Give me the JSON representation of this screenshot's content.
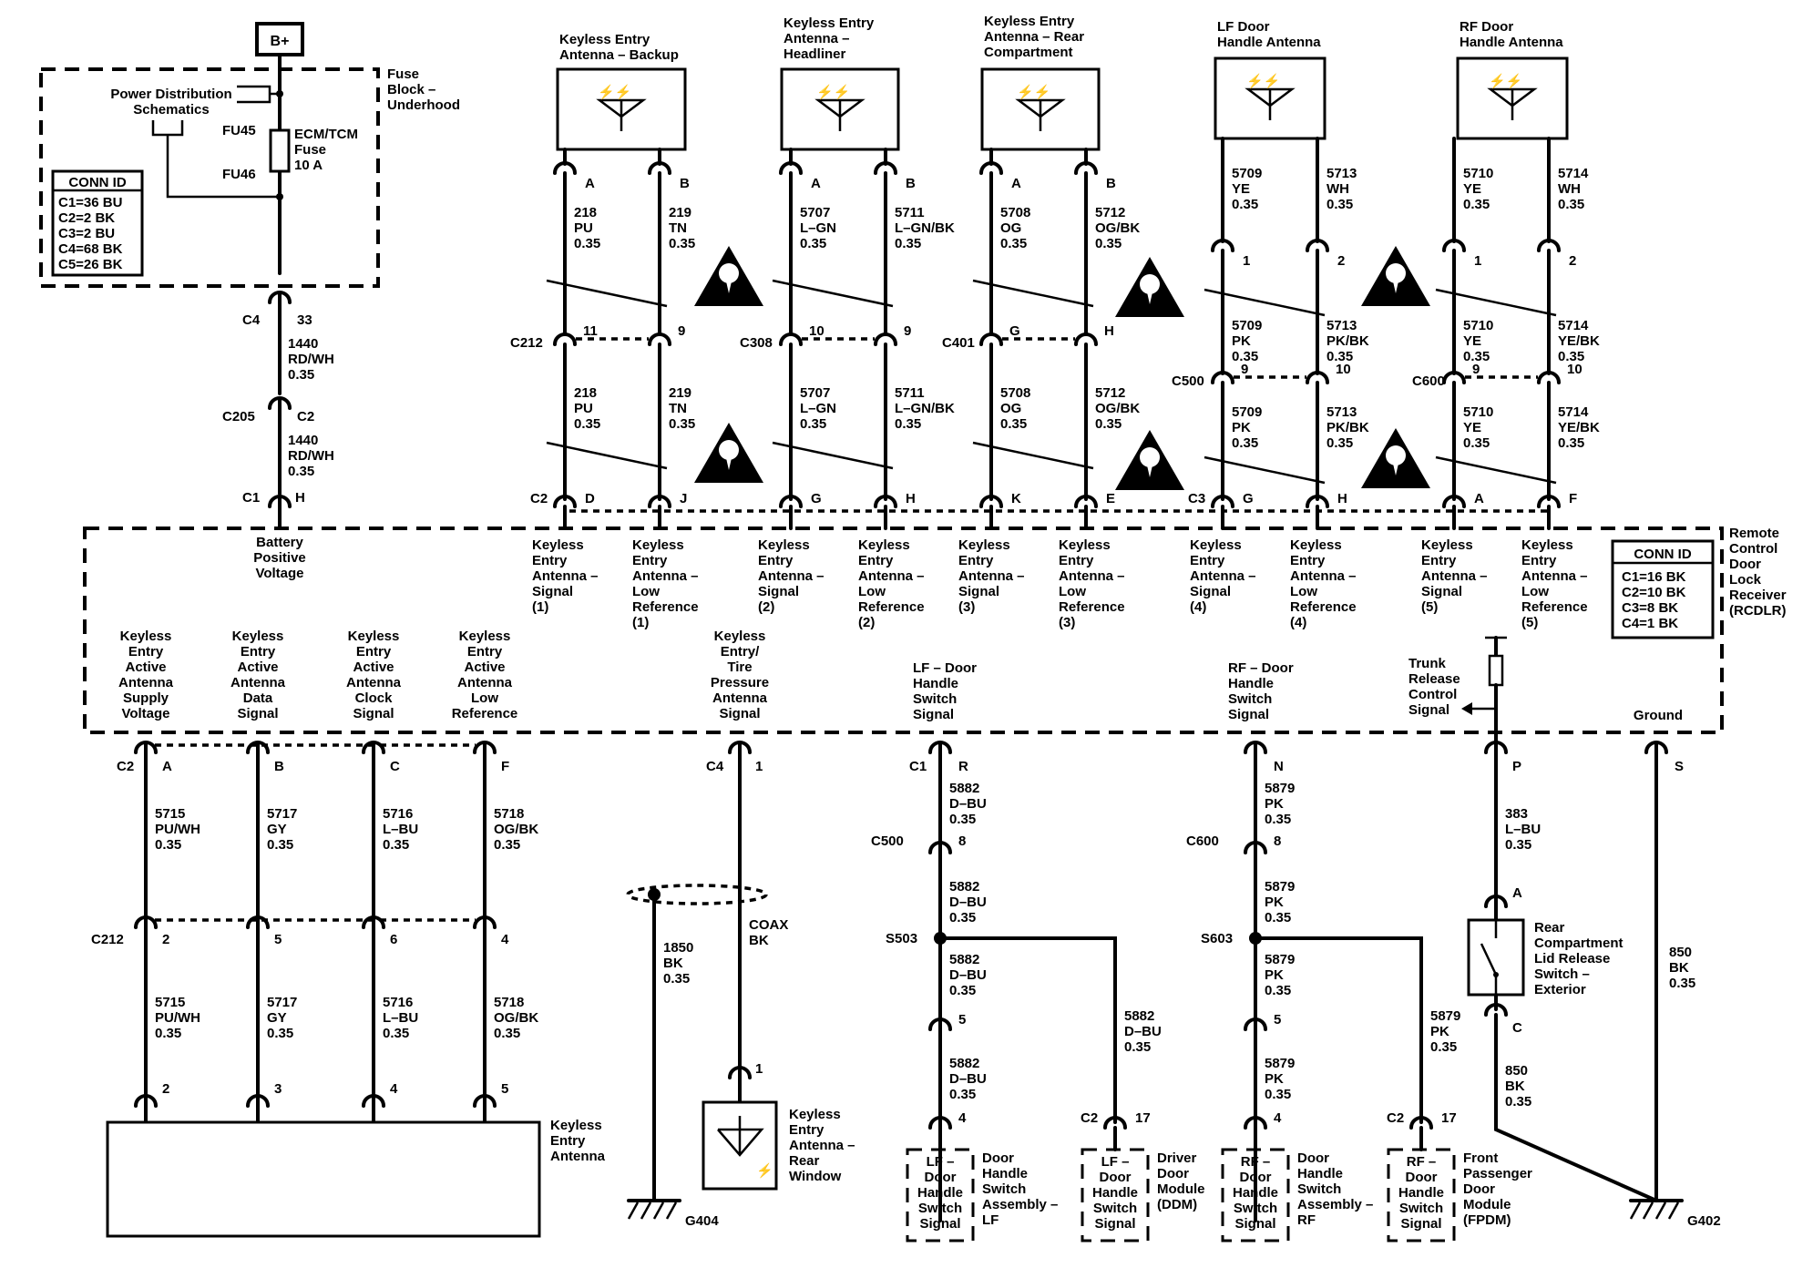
{
  "supply": {
    "b_plus": "B+",
    "fuse_block": [
      "Fuse",
      "Block –",
      "Underhood"
    ],
    "power_distribution": [
      "Power Distribution",
      "Schematics"
    ],
    "fu45": "FU45",
    "fu46": "FU46",
    "fuse_name": [
      "ECM/TCM",
      "Fuse",
      "10 A"
    ],
    "conn_id_title": "CONN ID",
    "conn_ids": [
      "C1=36 BU",
      "C2=2 BK",
      "C3=2 BU",
      "C4=68 BK",
      "C5=26 BK"
    ],
    "c4": "C4",
    "c4_pin": "33",
    "wire1": [
      "1440",
      "RD/WH",
      "0.35"
    ],
    "c205": "C205",
    "c2": "C2",
    "wire2": [
      "1440",
      "RD/WH",
      "0.35"
    ],
    "c1": "C1",
    "c1_pin": "H",
    "battery": [
      "Battery",
      "Positive",
      "Voltage"
    ]
  },
  "antennas": [
    {
      "title": [
        "Keyless Entry",
        "Antenna – Backup"
      ],
      "pin_a": "A",
      "pin_b": "B",
      "wa1": [
        "218",
        "PU",
        "0.35"
      ],
      "wb1": [
        "219",
        "TN",
        "0.35"
      ],
      "conn": "C212",
      "cpa": "11",
      "cpb": "9",
      "wa2": [
        "218",
        "PU",
        "0.35"
      ],
      "wb2": [
        "219",
        "TN",
        "0.35"
      ],
      "rconn": "C2",
      "rpa": "D",
      "rpb": "J",
      "sig": [
        "Keyless",
        "Entry",
        "Antenna –",
        "Signal",
        "(1)"
      ],
      "ref": [
        "Keyless",
        "Entry",
        "Antenna –",
        "Low",
        "Reference",
        "(1)"
      ]
    },
    {
      "title": [
        "Keyless Entry",
        "Antenna –",
        "Headliner"
      ],
      "pin_a": "A",
      "pin_b": "B",
      "wa1": [
        "5707",
        "L–GN",
        "0.35"
      ],
      "wb1": [
        "5711",
        "L–GN/BK",
        "0.35"
      ],
      "conn": "C308",
      "cpa": "10",
      "cpb": "9",
      "wa2": [
        "5707",
        "L–GN",
        "0.35"
      ],
      "wb2": [
        "5711",
        "L–GN/BK",
        "0.35"
      ],
      "rconn": "",
      "rpa": "G",
      "rpb": "H",
      "sig": [
        "Keyless",
        "Entry",
        "Antenna –",
        "Signal",
        "(2)"
      ],
      "ref": [
        "Keyless",
        "Entry",
        "Antenna –",
        "Low",
        "Reference",
        "(2)"
      ]
    },
    {
      "title": [
        "Keyless Entry",
        "Antenna – Rear",
        "Compartment"
      ],
      "pin_a": "A",
      "pin_b": "B",
      "wa1": [
        "5708",
        "OG",
        "0.35"
      ],
      "wb1": [
        "5712",
        "OG/BK",
        "0.35"
      ],
      "conn": "C401",
      "cpa": "G",
      "cpb": "H",
      "wa2": [
        "5708",
        "OG",
        "0.35"
      ],
      "wb2": [
        "5712",
        "OG/BK",
        "0.35"
      ],
      "rconn": "",
      "rpa": "K",
      "rpb": "E",
      "sig": [
        "Keyless",
        "Entry",
        "Antenna –",
        "Signal",
        "(3)"
      ],
      "ref": [
        "Keyless",
        "Entry",
        "Antenna –",
        "Low",
        "Reference",
        "(3)"
      ]
    },
    {
      "title": [
        "LF Door",
        "Handle Antenna"
      ],
      "pin_a": "1",
      "pin_b": "2",
      "wa1": [
        "5709",
        "YE",
        "0.35"
      ],
      "wb1": [
        "5713",
        "WH",
        "0.35"
      ],
      "wa1b": [
        "5709",
        "PK",
        "0.35"
      ],
      "wb1b": [
        "5713",
        "PK/BK",
        "0.35"
      ],
      "conn": "C500",
      "cpa": "9",
      "cpb": "10",
      "wa2": [
        "5709",
        "PK",
        "0.35"
      ],
      "wb2": [
        "5713",
        "PK/BK",
        "0.35"
      ],
      "rconn": "C3",
      "rpa": "G",
      "rpb": "H",
      "sig": [
        "Keyless",
        "Entry",
        "Antenna –",
        "Signal",
        "(4)"
      ],
      "ref": [
        "Keyless",
        "Entry",
        "Antenna –",
        "Low",
        "Reference",
        "(4)"
      ]
    },
    {
      "title": [
        "RF Door",
        "Handle Antenna"
      ],
      "pin_a": "1",
      "pin_b": "2",
      "wa1": [
        "5710",
        "YE",
        "0.35"
      ],
      "wb1": [
        "5714",
        "WH",
        "0.35"
      ],
      "wa1b": [
        "5710",
        "YE",
        "0.35"
      ],
      "wb1b": [
        "5714",
        "YE/BK",
        "0.35"
      ],
      "conn": "C600",
      "cpa": "9",
      "cpb": "10",
      "wa2": [
        "5710",
        "YE",
        "0.35"
      ],
      "wb2": [
        "5714",
        "YE/BK",
        "0.35"
      ],
      "rconn": "",
      "rpa": "A",
      "rpb": "F",
      "sig": [
        "Keyless",
        "Entry",
        "Antenna –",
        "Signal",
        "(5)"
      ],
      "ref": [
        "Keyless",
        "Entry",
        "Antenna –",
        "Low",
        "Reference",
        "(5)"
      ]
    }
  ],
  "rcdlr": {
    "name": [
      "Remote",
      "Control",
      "Door",
      "Lock",
      "Receiver",
      "(RCDLR)"
    ],
    "conn_id_title": "CONN ID",
    "conn_ids": [
      "C1=16 BK",
      "C2=10 BK",
      "C3=8 BK",
      "C4=1 BK"
    ]
  },
  "active": {
    "rconn": "C2",
    "pins": [
      "A",
      "B",
      "C",
      "F"
    ],
    "labels": [
      [
        "Keyless",
        "Entry",
        "Active",
        "Antenna",
        "Supply",
        "Voltage"
      ],
      [
        "Keyless",
        "Entry",
        "Active",
        "Antenna",
        "Data",
        "Signal"
      ],
      [
        "Keyless",
        "Entry",
        "Active",
        "Antenna",
        "Clock",
        "Signal"
      ],
      [
        "Keyless",
        "Entry",
        "Active",
        "Antenna",
        "Low",
        "Reference"
      ]
    ],
    "wires1": [
      [
        "5715",
        "PU/WH",
        "0.35"
      ],
      [
        "5717",
        "GY",
        "0.35"
      ],
      [
        "5716",
        "L–BU",
        "0.35"
      ],
      [
        "5718",
        "OG/BK",
        "0.35"
      ]
    ],
    "conn": "C212",
    "cpins": [
      "2",
      "5",
      "6",
      "4"
    ],
    "wires2": [
      [
        "5715",
        "PU/WH",
        "0.35"
      ],
      [
        "5717",
        "GY",
        "0.35"
      ],
      [
        "5716",
        "L–BU",
        "0.35"
      ],
      [
        "5718",
        "OG/BK",
        "0.35"
      ]
    ],
    "apins": [
      "2",
      "3",
      "4",
      "5"
    ],
    "ant_name": [
      "Keyless",
      "Entry",
      "Antenna"
    ]
  },
  "tpm": {
    "label": [
      "Keyless",
      "Entry/",
      "Tire",
      "Pressure",
      "Antenna",
      "Signal"
    ],
    "rconn": "C4",
    "pin": "1",
    "coax": [
      "COAX",
      "BK"
    ],
    "shield_wire": [
      "1850",
      "BK",
      "0.35"
    ],
    "ant_pin": "1",
    "ant_name": [
      "Keyless",
      "Entry",
      "Antenna –",
      "Rear",
      "Window"
    ],
    "ground": "G404"
  },
  "lf": {
    "label": [
      "LF – Door",
      "Handle",
      "Switch",
      "Signal"
    ],
    "rconn": "C1",
    "pin": "R",
    "w1": [
      "5882",
      "D–BU",
      "0.35"
    ],
    "conn": "C500",
    "cpin": "8",
    "w2": [
      "5882",
      "D–BU",
      "0.35"
    ],
    "splice": "S503",
    "w3": [
      "5882",
      "D–BU",
      "0.35"
    ],
    "pin5": "5",
    "w4": [
      "5882",
      "D–BU",
      "0.35"
    ],
    "pin4": "4",
    "br": [
      "5882",
      "D–BU",
      "0.35"
    ],
    "brconn": "C2",
    "brpin": "17",
    "comp1": [
      "LF –",
      "Door",
      "Handle",
      "Switch",
      "Signal"
    ],
    "comp1_name": [
      "Door",
      "Handle",
      "Switch",
      "Assembly –",
      "LF"
    ],
    "comp2": [
      "LF –",
      "Door",
      "Handle",
      "Switch",
      "Signal"
    ],
    "comp2_name": [
      "Driver",
      "Door",
      "Module",
      "(DDM)"
    ]
  },
  "rf": {
    "label": [
      "RF – Door",
      "Handle",
      "Switch",
      "Signal"
    ],
    "pin": "N",
    "w1": [
      "5879",
      "PK",
      "0.35"
    ],
    "conn": "C600",
    "cpin": "8",
    "w2": [
      "5879",
      "PK",
      "0.35"
    ],
    "splice": "S603",
    "w3": [
      "5879",
      "PK",
      "0.35"
    ],
    "pin5": "5",
    "w4": [
      "5879",
      "PK",
      "0.35"
    ],
    "pin4": "4",
    "br": [
      "5879",
      "PK",
      "0.35"
    ],
    "brconn": "C2",
    "brpin": "17",
    "comp1": [
      "RF –",
      "Door",
      "Handle",
      "Switch",
      "Signal"
    ],
    "comp1_name": [
      "Door",
      "Handle",
      "Switch",
      "Assembly –",
      "RF"
    ],
    "comp2": [
      "RF –",
      "Door",
      "Handle",
      "Switch",
      "Signal"
    ],
    "comp2_name": [
      "Front",
      "Passenger",
      "Door",
      "Module",
      "(FPDM)"
    ]
  },
  "trunk": {
    "label": [
      "Trunk",
      "Release",
      "Control",
      "Signal"
    ],
    "pin": "P",
    "w1": [
      "383",
      "L–BU",
      "0.35"
    ],
    "sw_pin_a": "A",
    "sw_pin_c": "C",
    "switch_name": [
      "Rear",
      "Compartment",
      "Lid Release",
      "Switch –",
      "Exterior"
    ],
    "w2": [
      "850",
      "BK",
      "0.35"
    ]
  },
  "ground": {
    "label": "Ground",
    "pin": "S",
    "w": [
      "850",
      "BK",
      "0.35"
    ],
    "name": "G402"
  }
}
